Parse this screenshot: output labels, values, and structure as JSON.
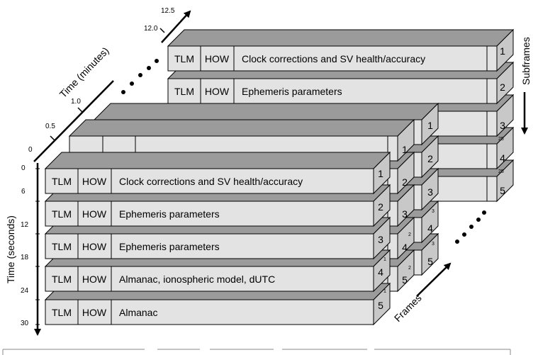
{
  "cells": {
    "tlm": "TLM",
    "how": "HOW"
  },
  "front_frame": [
    {
      "content": "Clock corrections and SV health/accuracy",
      "number": "1"
    },
    {
      "content": "Ephemeris parameters",
      "number": "2"
    },
    {
      "content": "Ephemeris parameters",
      "number": "3"
    },
    {
      "content": "Almanac, ionospheric model, dUTC",
      "number": "4",
      "page": "1"
    },
    {
      "content": "Almanac",
      "number": "5",
      "page": "1"
    }
  ],
  "back_frame": [
    {
      "content": "Clock corrections and SV health/accuracy",
      "number": "1"
    },
    {
      "content": "Ephemeris parameters",
      "number": "2"
    },
    {
      "number": "3"
    },
    {
      "number": "4",
      "page": "25"
    },
    {
      "number": "5",
      "page": "25"
    }
  ],
  "frame2": [
    {
      "number": "1"
    },
    {
      "number": "2"
    },
    {
      "number": "3"
    },
    {
      "number": "4",
      "page": "2"
    },
    {
      "number": "5",
      "page": "2"
    }
  ],
  "frame3": [
    {
      "number": "1"
    },
    {
      "number": "2"
    },
    {
      "number": "3"
    },
    {
      "number": "4",
      "page": "3"
    },
    {
      "number": "5",
      "page": "3"
    }
  ],
  "time_seconds": {
    "label": "Time (seconds)",
    "ticks": [
      "0",
      "6",
      "12",
      "18",
      "24",
      "30"
    ]
  },
  "time_minutes": {
    "label": "Time (minutes)",
    "ticks": [
      "0",
      "0.5",
      "1.0",
      "12.0",
      "12.5"
    ]
  },
  "labels": {
    "subframes": "Subframes",
    "frames": "Frames"
  }
}
